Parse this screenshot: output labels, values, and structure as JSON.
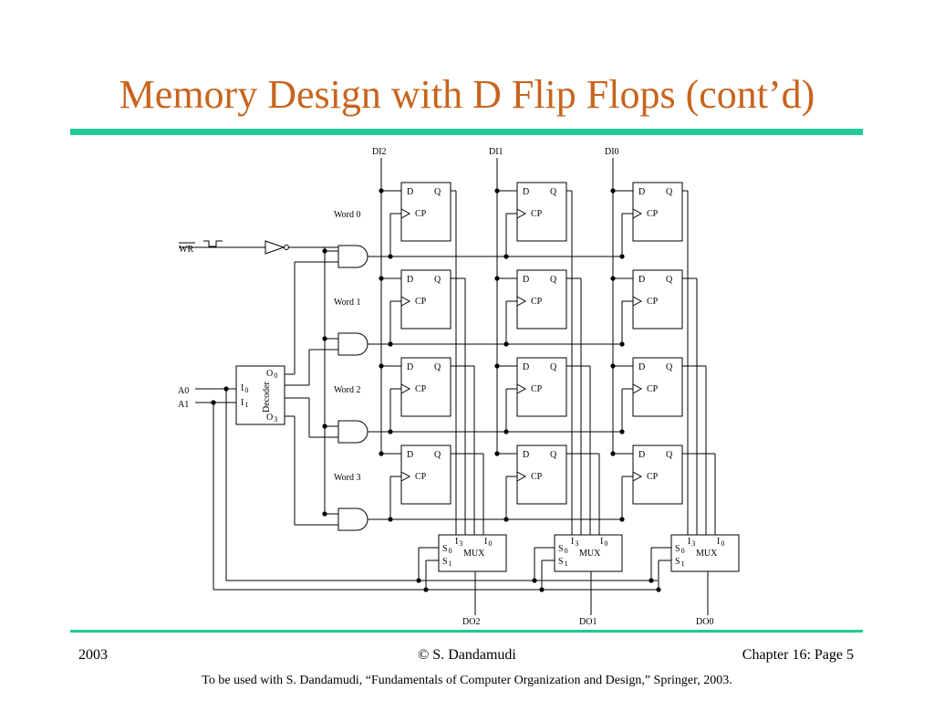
{
  "slide": {
    "title": "Memory Design with D Flip Flops (cont’d)",
    "accent_color": "#c8641e",
    "rule_color": "#1fcc99"
  },
  "diagram": {
    "data_inputs": [
      "DI2",
      "DI1",
      "DI0"
    ],
    "data_outputs": [
      "DO2",
      "DO1",
      "DO0"
    ],
    "words": [
      "Word 0",
      "Word 1",
      "Word 2",
      "Word 3"
    ],
    "flipflop": {
      "d": "D",
      "q": "Q",
      "cp": "CP"
    },
    "write_signal": "WR",
    "address_inputs": [
      "A0",
      "A1"
    ],
    "decoder": {
      "name": "Decoder",
      "i0": "I",
      "i0_sub": "0",
      "i1": "I",
      "i1_sub": "1",
      "o0": "O",
      "o0_sub": "0",
      "o3": "O",
      "o3_sub": "3"
    },
    "mux": {
      "name": "MUX",
      "i3": "I",
      "i3_sub": "3",
      "i0": "I",
      "i0_sub": "0",
      "s0": "S",
      "s0_sub": "0",
      "s1": "S",
      "s1_sub": "1"
    }
  },
  "footer": {
    "year": "2003",
    "author": "© S. Dandamudi",
    "page": "Chapter 16: Page 5",
    "note": "To be used with S. Dandamudi, “Fundamentals of Computer Organization and Design,” Springer, 2003."
  }
}
